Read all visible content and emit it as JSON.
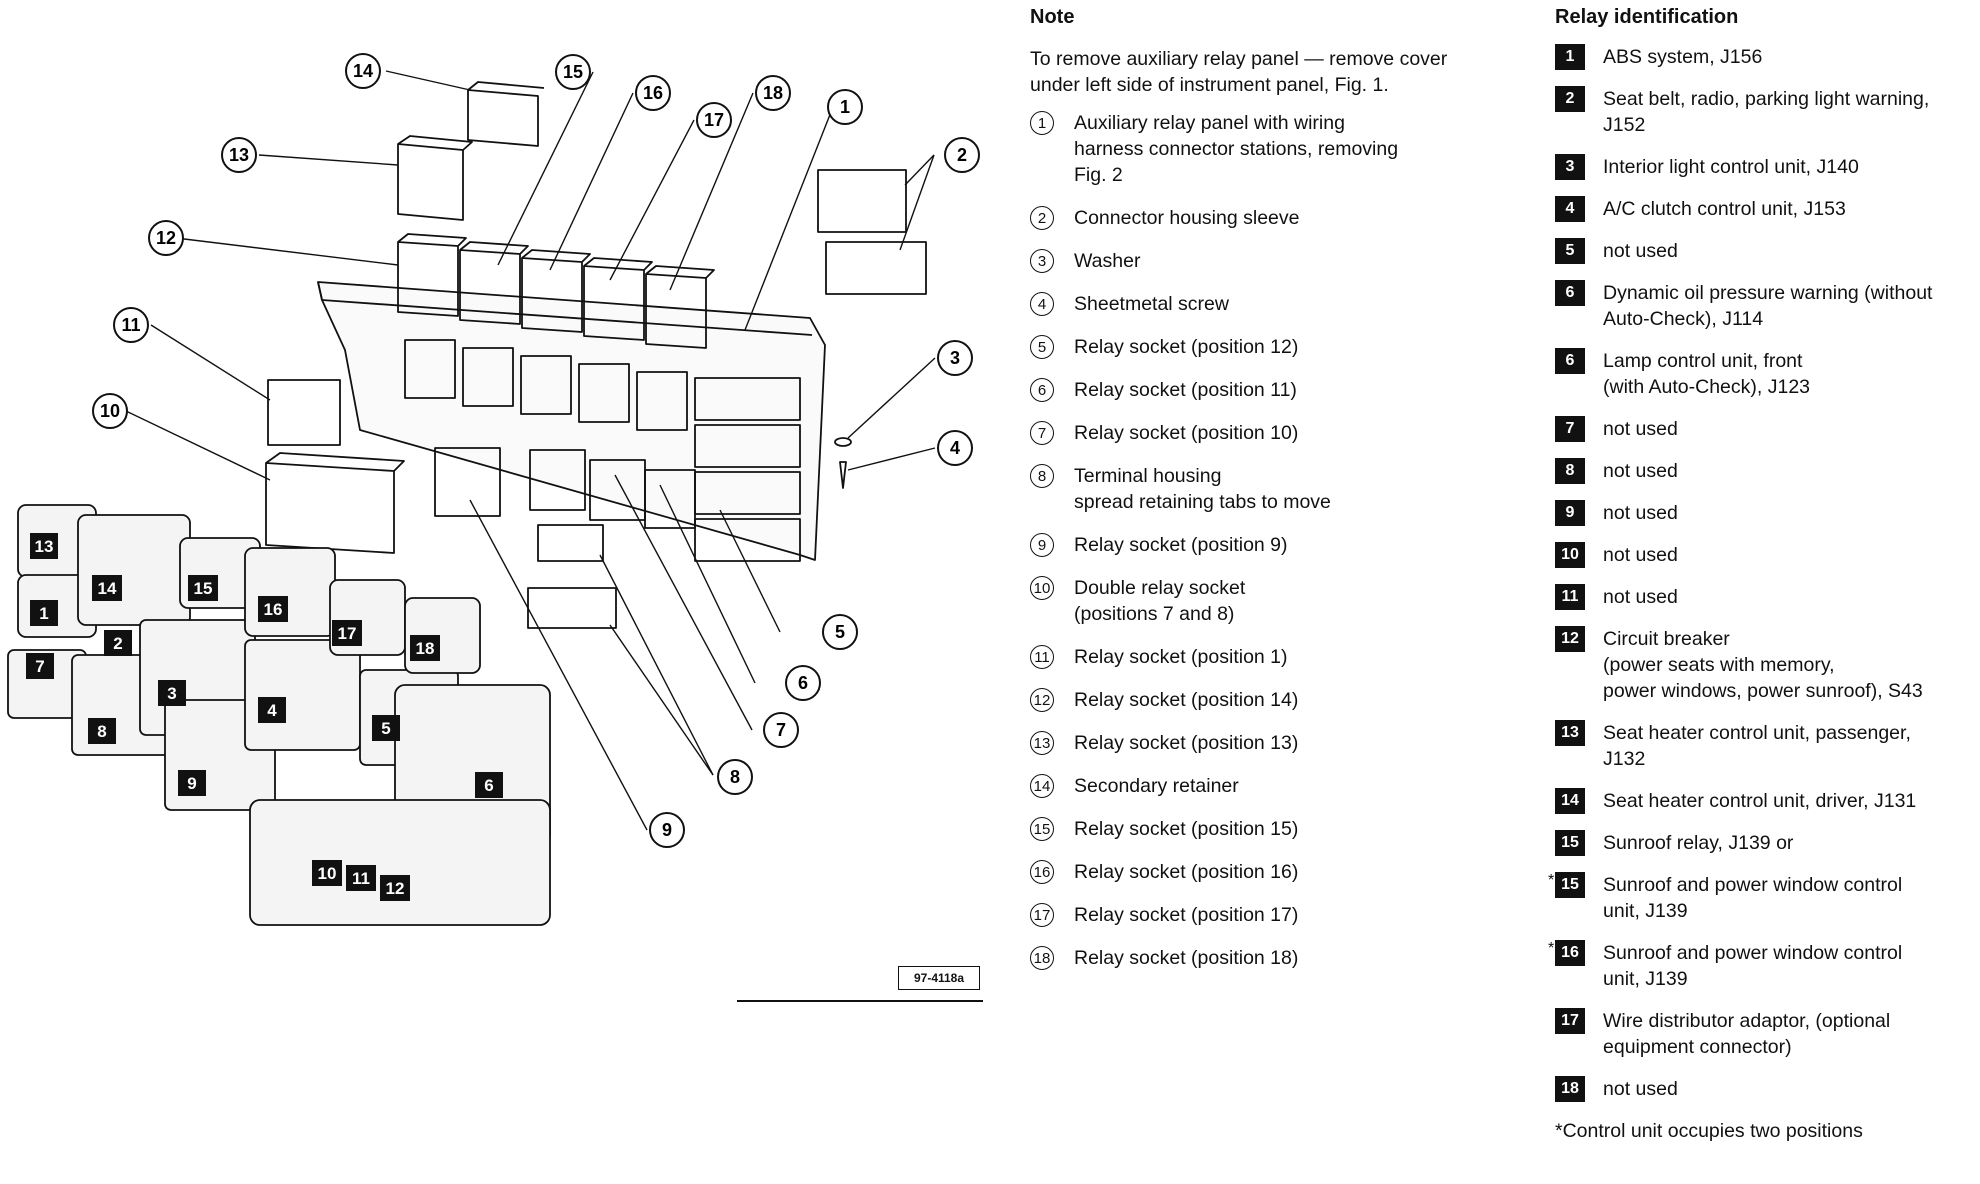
{
  "note": {
    "title": "Note",
    "intro": "To remove auxiliary relay panel — remove cover under left side of instrument panel, Fig. 1."
  },
  "legend": [
    {
      "num": "1",
      "text": "Auxiliary relay panel with wiring\nharness connector stations, removing\nFig. 2"
    },
    {
      "num": "2",
      "text": "Connector housing sleeve"
    },
    {
      "num": "3",
      "text": "Washer"
    },
    {
      "num": "4",
      "text": "Sheetmetal screw"
    },
    {
      "num": "5",
      "text": "Relay socket (position 12)"
    },
    {
      "num": "6",
      "text": "Relay socket (position 11)"
    },
    {
      "num": "7",
      "text": "Relay socket (position 10)"
    },
    {
      "num": "8",
      "text": "Terminal housing\nspread retaining tabs to move"
    },
    {
      "num": "9",
      "text": "Relay socket (position 9)"
    },
    {
      "num": "10",
      "text": "Double relay socket\n(positions 7 and 8)"
    },
    {
      "num": "11",
      "text": "Relay socket (position 1)"
    },
    {
      "num": "12",
      "text": "Relay socket (position 14)"
    },
    {
      "num": "13",
      "text": "Relay socket (position 13)"
    },
    {
      "num": "14",
      "text": "Secondary retainer"
    },
    {
      "num": "15",
      "text": "Relay socket (position 15)"
    },
    {
      "num": "16",
      "text": "Relay socket (position 16)"
    },
    {
      "num": "17",
      "text": "Relay socket (position 17)"
    },
    {
      "num": "18",
      "text": "Relay socket (position 18)"
    }
  ],
  "relay_identification": {
    "title": "Relay identification",
    "items": [
      {
        "num": "1",
        "text": "ABS system, J156",
        "star": ""
      },
      {
        "num": "2",
        "text": "Seat belt, radio, parking light warning,\nJ152",
        "star": ""
      },
      {
        "num": "3",
        "text": "Interior light control unit, J140",
        "star": ""
      },
      {
        "num": "4",
        "text": "A/C clutch control unit, J153",
        "star": ""
      },
      {
        "num": "5",
        "text": "not used",
        "star": ""
      },
      {
        "num": "6",
        "text": "Dynamic oil pressure warning (without\nAuto-Check), J114",
        "star": ""
      },
      {
        "num": "6",
        "text": "Lamp control unit, front\n(with Auto-Check), J123",
        "star": ""
      },
      {
        "num": "7",
        "text": "not used",
        "star": ""
      },
      {
        "num": "8",
        "text": "not used",
        "star": ""
      },
      {
        "num": "9",
        "text": "not used",
        "star": ""
      },
      {
        "num": "10",
        "text": "not used",
        "star": ""
      },
      {
        "num": "11",
        "text": "not used",
        "star": ""
      },
      {
        "num": "12",
        "text": "Circuit breaker\n(power seats with memory,\npower windows, power sunroof), S43",
        "star": ""
      },
      {
        "num": "13",
        "text": "Seat heater control unit, passenger,\nJ132",
        "star": ""
      },
      {
        "num": "14",
        "text": "Seat heater control unit, driver, J131",
        "star": ""
      },
      {
        "num": "15",
        "text": "Sunroof relay, J139 or",
        "star": ""
      },
      {
        "num": "15",
        "text": "Sunroof and power window control\nunit, J139",
        "star": "*"
      },
      {
        "num": "16",
        "text": "Sunroof and power window control\nunit, J139",
        "star": "*"
      },
      {
        "num": "17",
        "text": "Wire distributor adaptor, (optional\nequipment connector)",
        "star": ""
      },
      {
        "num": "18",
        "text": "not used",
        "star": ""
      }
    ],
    "footnote": "*Control unit occupies two positions"
  },
  "diagram": {
    "callouts": [
      "1",
      "2",
      "3",
      "4",
      "5",
      "6",
      "7",
      "8",
      "9",
      "10",
      "11",
      "12",
      "13",
      "14",
      "15",
      "16",
      "17",
      "18"
    ],
    "relay_labels": [
      "13",
      "1",
      "7",
      "14",
      "2",
      "8",
      "15",
      "3",
      "9",
      "16",
      "4",
      "17",
      "5",
      "18",
      "6",
      "10",
      "11",
      "12"
    ],
    "figure_code": "97-4118a"
  }
}
